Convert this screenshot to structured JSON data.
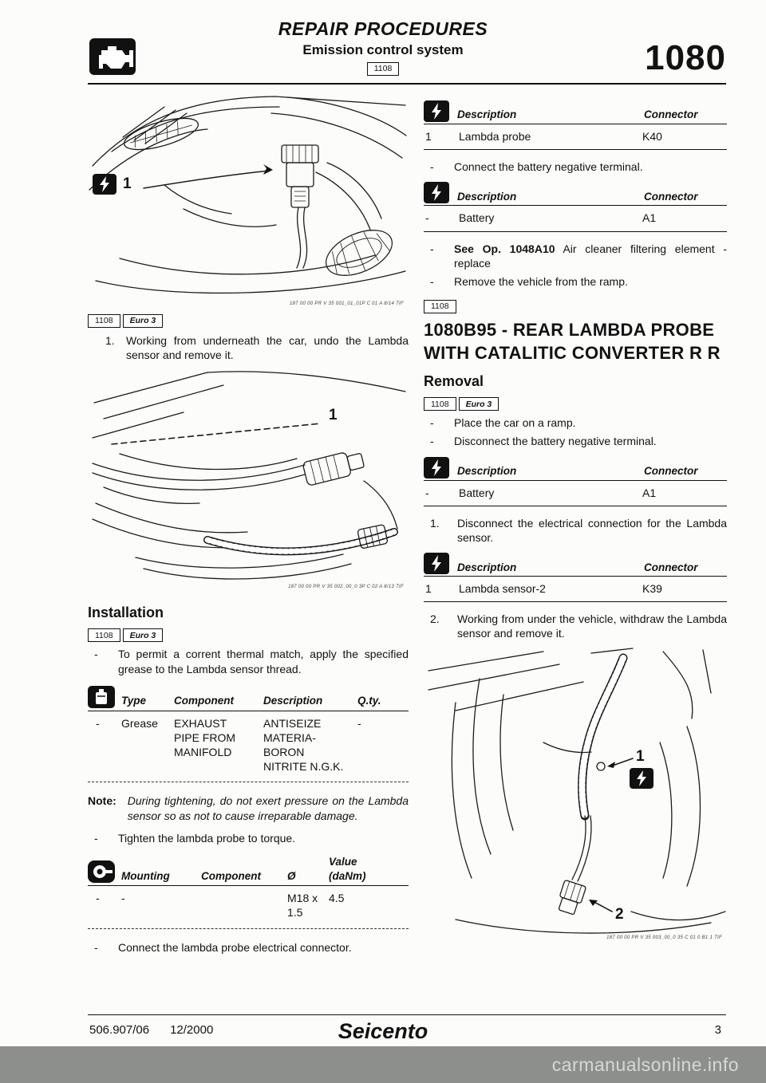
{
  "watermark": "carmanualsonline.info",
  "shared": {
    "dash": "-",
    "conn_headers": {
      "description": "Description",
      "connector": "Connector"
    }
  },
  "header": {
    "title": "REPAIR PROCEDURES",
    "subtitle": "Emission control system",
    "op_badge": "1108",
    "page_code": "1080"
  },
  "badges": {
    "op": "1108",
    "euro": "Euro 3"
  },
  "conn_tables": [
    {
      "num": "1",
      "desc": "Lambda probe",
      "conn": "K40"
    },
    {
      "num": "-",
      "desc": "Battery",
      "conn": "A1"
    },
    {
      "num": "-",
      "desc": "Battery",
      "conn": "A1"
    },
    {
      "num": "1",
      "desc": "Lambda sensor-2",
      "conn": "K39"
    }
  ],
  "left": {
    "fig1": {
      "callout": "1",
      "caption": "187 00 00 PR V 35 001_01_01P C 01 A 8/14 TIF"
    },
    "step1": {
      "num": "1.",
      "text": "Working from underneath the car, undo the Lambda sensor and remove it."
    },
    "fig2": {
      "callout": "1",
      "caption": "187 00 00 PR V 35 002_00_0 3P C 02 A 8/13 TIF"
    },
    "installation_title": "Installation",
    "grease_bullet": "To permit a corrent thermal match, apply the specified grease to the Lambda sensor thread.",
    "grease_table": {
      "headers": {
        "type": "Type",
        "component": "Component",
        "description": "Description",
        "qty": "Q.ty."
      },
      "row": {
        "type": "Grease",
        "component": "EXHAUST PIPE FROM MANIFOLD",
        "description": "ANTISEIZE MATERIA- BORON NITRITE N.G.K.",
        "qty": "-"
      }
    },
    "note": {
      "label": "Note:",
      "text": "During tightening, do not exert pressure on the Lambda sensor so as not to cause irreparable damage."
    },
    "tighten_bullet": "Tighten the lambda probe to torque.",
    "torque_table": {
      "headers": {
        "mounting": "Mounting",
        "component": "Component",
        "diameter": "Ø",
        "value_line1": "Value",
        "value_line2": "(daNm)"
      },
      "row": {
        "mounting": "-",
        "component": "-",
        "diameter": "M18 x 1.5",
        "value": "4.5"
      }
    },
    "connect_bullet": "Connect the lambda probe electrical connector."
  },
  "right": {
    "battery_bullet": "Connect the battery negative terminal.",
    "see_op": {
      "bold": "See Op. 1048A10",
      "rest": "Air cleaner filtering element - replace"
    },
    "ramp_bullet": "Remove the vehicle from the ramp.",
    "op_badge": "1108",
    "section_title": "1080B95 - REAR LAMBDA PROBE WITH CATALITIC CONVERTER R R",
    "removal_title": "Removal",
    "place_bullet": "Place the car on a ramp.",
    "disconnect_bullet": "Disconnect the battery negative terminal.",
    "step1": {
      "num": "1.",
      "text": "Disconnect the electrical connection for the Lambda sensor."
    },
    "step2": {
      "num": "2.",
      "text": "Working from under the vehicle, withdraw the Lambda sensor and remove it."
    },
    "fig3": {
      "callout1": "1",
      "callout2": "2",
      "caption": "187 00 00 PR V 35 003_00_0 35 C 01 0 B1 1 TIF"
    }
  },
  "footer": {
    "doc_ref": "506.907/06",
    "date": "12/2000",
    "brand": "Seicento",
    "page_num": "3"
  }
}
